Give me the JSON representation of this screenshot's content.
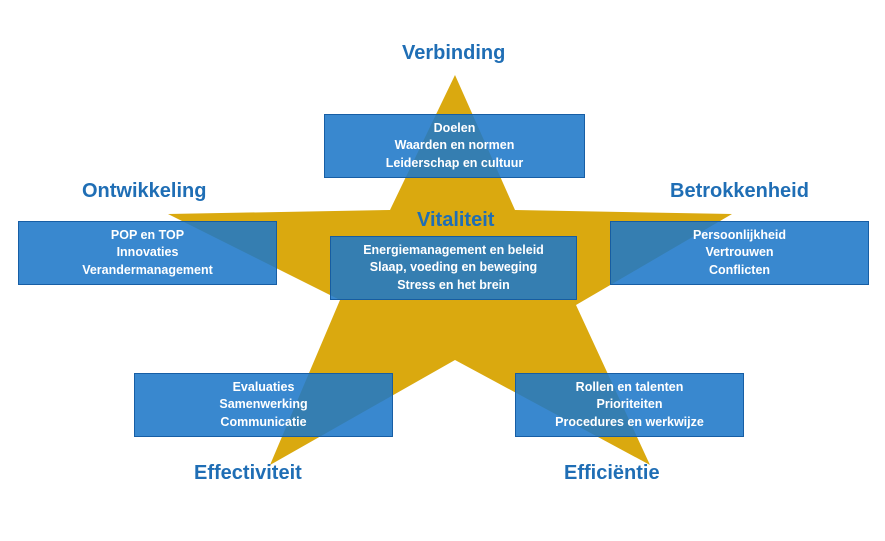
{
  "colors": {
    "star": "#daa90f",
    "box": "#1e78c8",
    "heading": "#1f6eb5",
    "box_text": "#ffffff"
  },
  "center": {
    "title": "Vitaliteit",
    "items": [
      "Energiemanagement en beleid",
      "Slaap, voeding en beweging",
      "Stress en het brein"
    ]
  },
  "top": {
    "title": "Verbinding",
    "items": [
      "Doelen",
      "Waarden en normen",
      "Leiderschap en cultuur"
    ]
  },
  "left": {
    "title": "Ontwikkeling",
    "items": [
      "POP en TOP",
      "Innovaties",
      "Verandermanagement"
    ]
  },
  "right": {
    "title": "Betrokkenheid",
    "items": [
      "Persoonlijkheid",
      "Vertrouwen",
      "Conflicten"
    ]
  },
  "bottom_left": {
    "title": "Effectiviteit",
    "items": [
      "Evaluaties",
      "Samenwerking",
      "Communicatie"
    ]
  },
  "bottom_right": {
    "title": "Efficiëntie",
    "items": [
      "Rollen en talenten",
      "Prioriteiten",
      "Procedures en werkwijze"
    ]
  }
}
